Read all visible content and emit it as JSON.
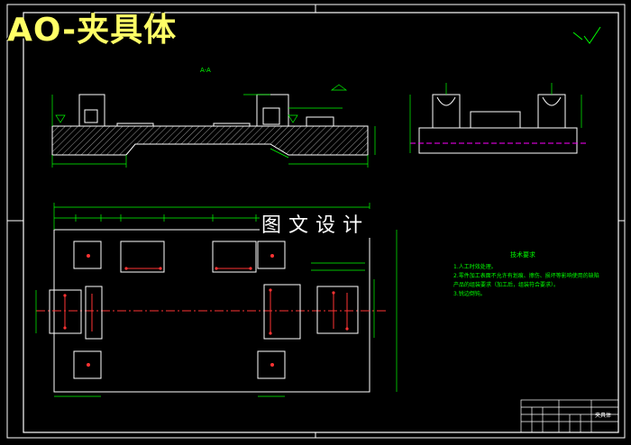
{
  "drawing": {
    "title": "AO-夹具体",
    "watermark": "图文设计",
    "section_label": "A-A",
    "tech_req": {
      "heading": "技术要求",
      "lines": [
        "1.人工时效处理。",
        "2.零件加工表面不允许有划痕、擦伤、损坏等影响使用的缺陷",
        "  产品的组装要求（加工后，组装符合要求）。",
        "3.锐边倒钝。"
      ]
    },
    "title_block": {
      "name": "夹具体"
    }
  },
  "colors": {
    "background": "#000000",
    "outline": "#ffffff",
    "dimension": "#00ff00",
    "centerline": "#ff3333",
    "hidden": "#ff00ff",
    "title": "#ffff66"
  }
}
